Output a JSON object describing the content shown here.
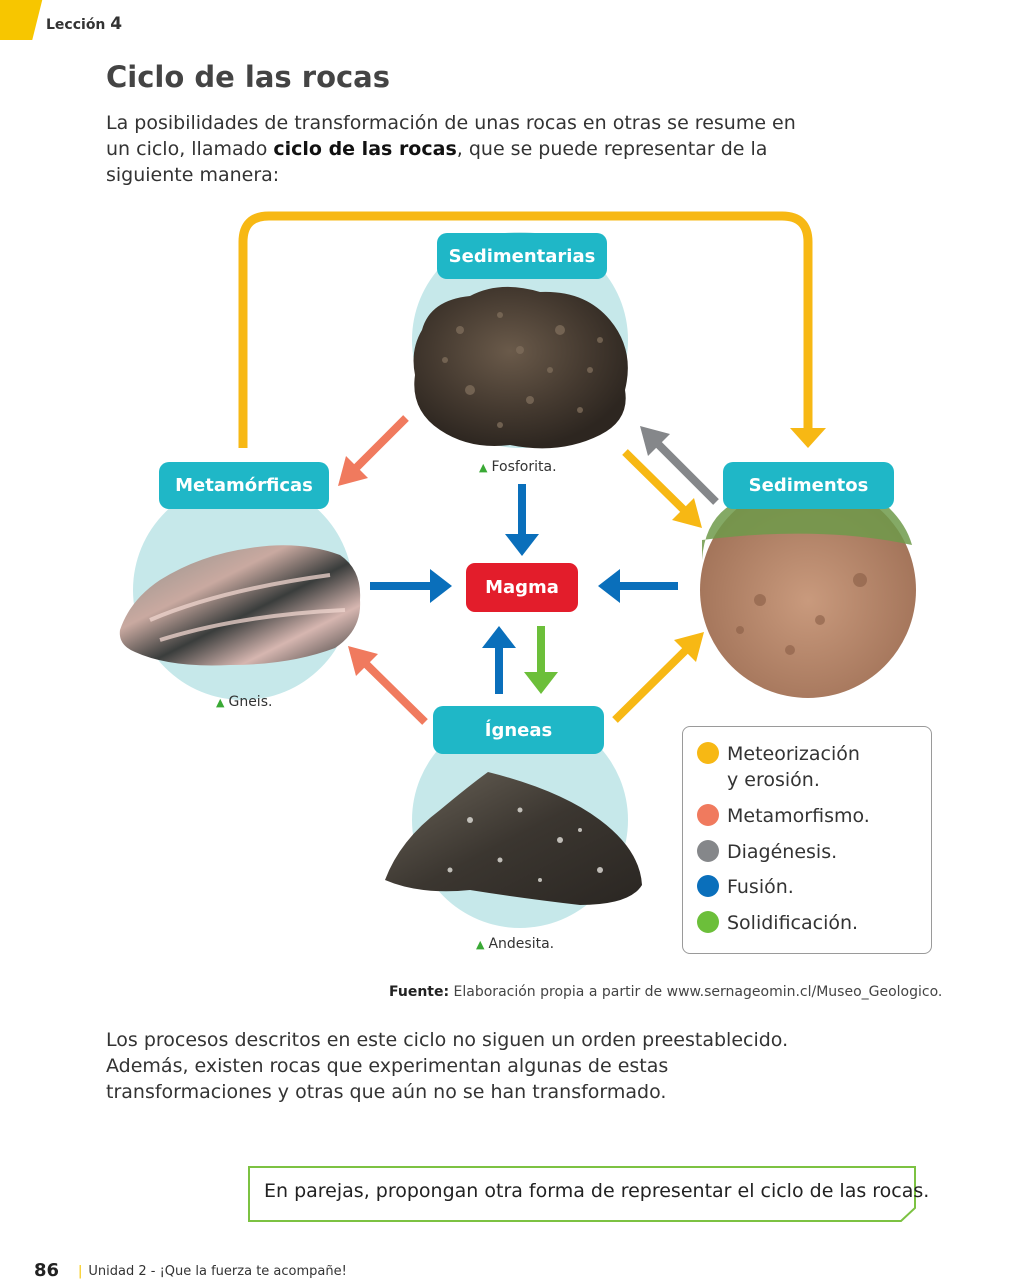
{
  "header": {
    "lesson_word": "Lección",
    "lesson_number": "4"
  },
  "title": "Ciclo de las rocas",
  "intro": {
    "part1": "La posibilidades de transformación de unas rocas en otras se resume en un ciclo, llamado ",
    "bold": "ciclo de las rocas",
    "part2": ", que se puede representar de la siguiente manera:"
  },
  "diagram": {
    "nodes": {
      "sedimentarias": "Sedimentarias",
      "metamorficas": "Metamórficas",
      "sedimentos": "Sedimentos",
      "igneas": "Ígneas",
      "magma": "Magma"
    },
    "captions": {
      "fosforita": "Fosforita.",
      "gneis": "Gneis.",
      "andesita": "Andesita."
    },
    "colors": {
      "meteorizacion": "#f7b814",
      "metamorfismo": "#f07a5e",
      "diagenesis": "#85878a",
      "fusion": "#0a6fbb",
      "solidificacion": "#6cbf3a",
      "pill": "#1fb7c7",
      "magma": "#e31d2b",
      "circle": "#c6e8ea"
    }
  },
  "legend": {
    "items": [
      {
        "label": "Meteorización",
        "label2": "y erosión.",
        "color": "#f7b814"
      },
      {
        "label": "Metamorfismo.",
        "color": "#f07a5e"
      },
      {
        "label": "Diagénesis.",
        "color": "#85878a"
      },
      {
        "label": "Fusión.",
        "color": "#0a6fbb"
      },
      {
        "label": "Solidificación.",
        "color": "#6cbf3a"
      }
    ]
  },
  "source": {
    "label": "Fuente:",
    "text": " Elaboración propia a partir de www.sernageomin.cl/Museo_Geologico."
  },
  "paragraph": "Los procesos descritos en este ciclo no siguen un orden preestablecido. Además, existen rocas que experimentan algunas de estas transformaciones y otras que aún no se han transformado.",
  "task": "En parejas, propongan otra forma de representar el ciclo de las rocas.",
  "footer": {
    "page": "86",
    "unit": "Unidad 2 - ¡Que la fuerza te acompañe!"
  }
}
